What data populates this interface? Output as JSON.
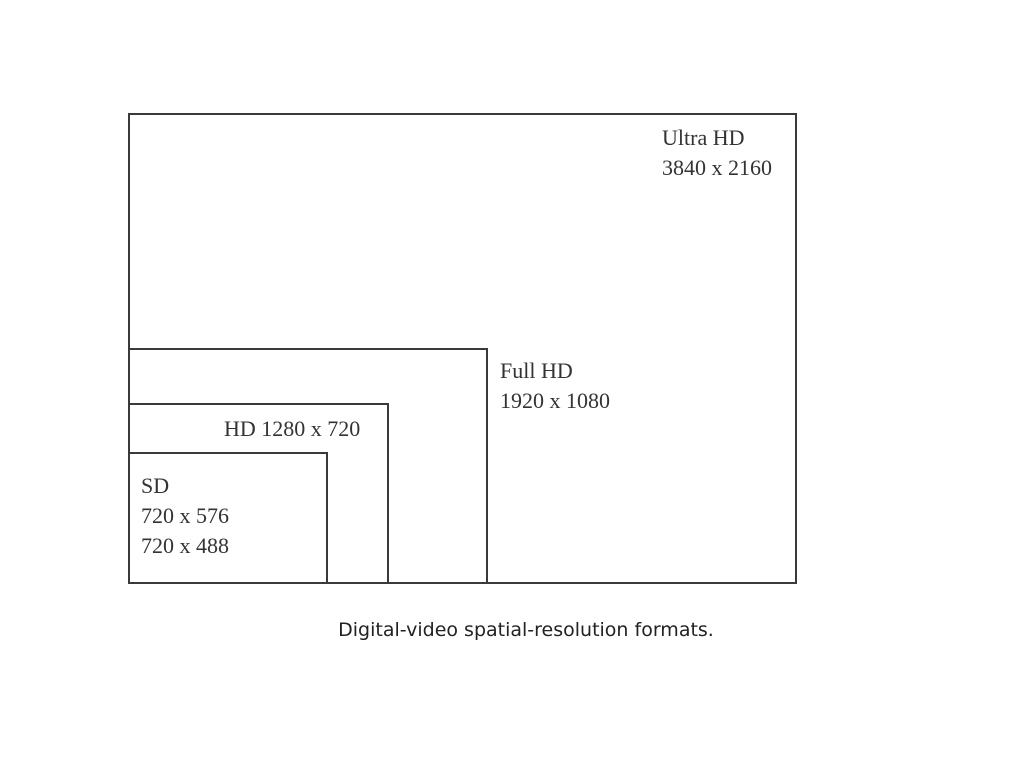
{
  "formats": {
    "ultra_hd": {
      "name": "Ultra HD",
      "resolution": "3840 x 2160"
    },
    "full_hd": {
      "name": "Full HD",
      "resolution": "1920 x 1080"
    },
    "hd": {
      "label": "HD 1280 x 720"
    },
    "sd": {
      "name": "SD",
      "resolution_1": "720 x 576",
      "resolution_2": "720 x 488"
    }
  },
  "caption": "Digital-video spatial-resolution formats."
}
